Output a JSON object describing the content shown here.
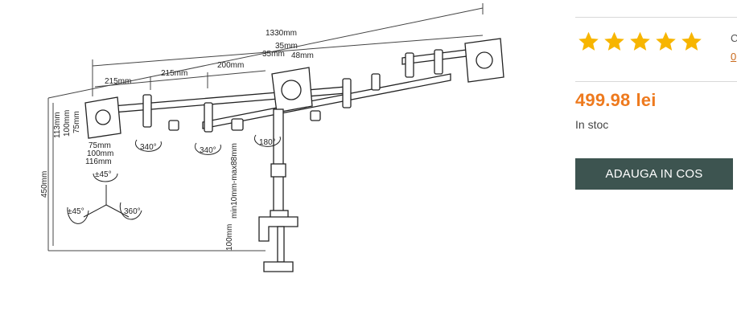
{
  "diagram": {
    "dims": {
      "total": "1330mm",
      "seg1": "215mm",
      "seg2": "215mm",
      "seg3": "200mm",
      "top_a": "35mm",
      "top_b": "35mm",
      "top_c": "48mm",
      "h113": "113mm",
      "h100": "100mm",
      "h75": "75mm",
      "w75": "75mm",
      "w100": "100mm",
      "w116": "116mm",
      "height": "450mm",
      "clamp_range": "min10mm-max88mm",
      "clamp_h": "100mm"
    },
    "angles": {
      "a340_1": "340°",
      "a340_2": "340°",
      "a180": "180°",
      "a45_top": "±45°",
      "a45_left": "±45°",
      "a360": "360°"
    }
  },
  "product": {
    "rating": 5,
    "side_text": "C",
    "side_link": "0",
    "price_value": "499.98",
    "price_currency": "lei",
    "stock": "In stoc",
    "add_to_cart": "ADAUGA IN COS",
    "star_color": "#f7b500",
    "price_color": "#ee7a1e",
    "button_color": "#3d5450"
  }
}
